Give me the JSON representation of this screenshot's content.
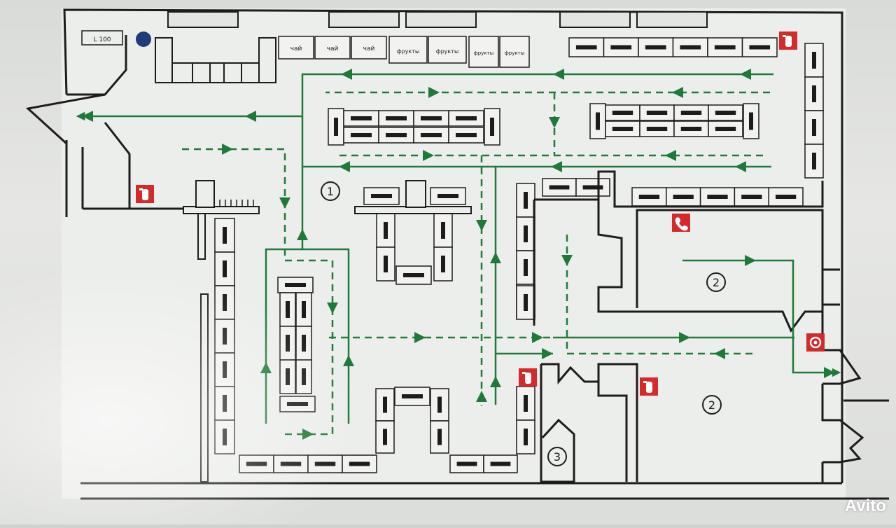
{
  "plan": {
    "zone_labels": [
      {
        "id": "zone-1",
        "text": "1"
      },
      {
        "id": "zone-2-upper",
        "text": "2"
      },
      {
        "id": "zone-2-lower",
        "text": "2"
      },
      {
        "id": "zone-3",
        "text": "3"
      }
    ],
    "top_left_sign": "L 100",
    "shelf_tags_row1": [
      "чай",
      "чай",
      "чай"
    ],
    "shelf_tags_row2": [
      "фрукты",
      "фрукты",
      "фрукты",
      "фрукты"
    ],
    "safety_icons": [
      "fire-extinguisher-icon",
      "phone-icon",
      "fire-alarm-button-icon"
    ]
  },
  "watermark": "Avito",
  "colors": {
    "wall": "#1c1c1c",
    "evac_arrow": "#1f7a3a",
    "safety_red": "#d32a2a",
    "paper": "#eceeeb"
  }
}
